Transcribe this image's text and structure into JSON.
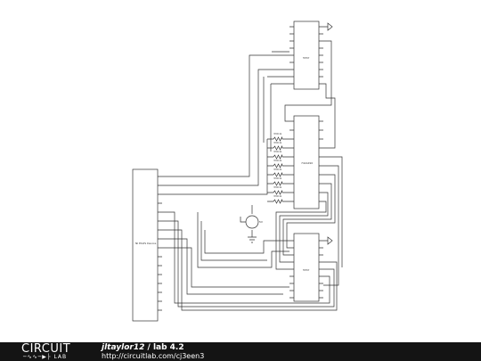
{
  "circuit": {
    "chip_top_label": "555?",
    "chip_mid_label": "74LS290",
    "chip_bot_label": "555?",
    "driver_label": "NI ELVIS Device",
    "resistor_value": "330 Ω",
    "source_label": "5V"
  },
  "footer": {
    "logo_main": "CIRCUIT",
    "logo_sub": "LAB",
    "author": "jltaylor12",
    "separator": " / ",
    "project": "lab 4.2",
    "url": "http://circuitlab.com/cj3een3"
  }
}
